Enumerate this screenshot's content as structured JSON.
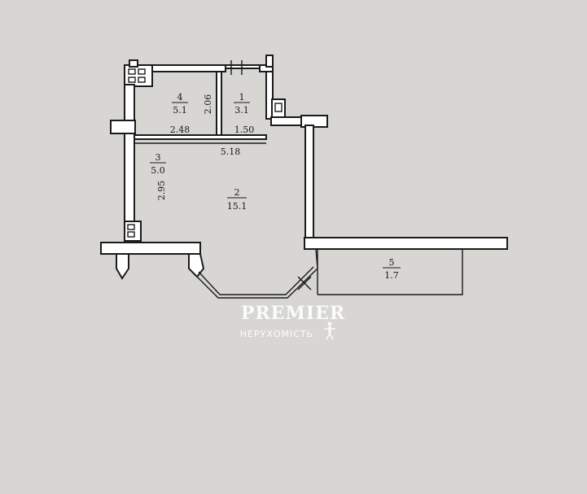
{
  "rooms": [
    {
      "number": "4",
      "area": "5.1"
    },
    {
      "number": "1",
      "area": "3.1"
    },
    {
      "number": "3",
      "area": "5.0"
    },
    {
      "number": "2",
      "area": "15.1"
    },
    {
      "number": "5",
      "area": "1.7"
    }
  ],
  "dimensions": {
    "room4_width": "2.48",
    "room4_height": "2.06",
    "room1_width": "1.50",
    "hall_width": "5.18",
    "room3_height": "2.95"
  },
  "watermark": {
    "title": "PREMIER",
    "subtitle": "НЕРУХОМІСТЬ"
  },
  "colors": {
    "paper": "#d7d6d2",
    "wall_fill": "#ffffff",
    "line": "#1b1b1b",
    "watermark": "#ffffff"
  }
}
